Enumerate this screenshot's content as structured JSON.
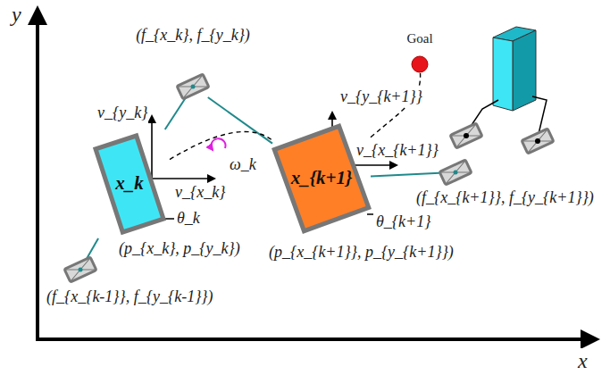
{
  "diagram": {
    "nodes": [
      {
        "text": [
          "(f_{x_k}, f_{y_k})"
        ]
      },
      {
        "text": [
          "x_k"
        ]
      },
      {
        "text": [
          "Goal"
        ]
      },
      {
        "text": [
          "x_{k+1}"
        ]
      },
      {
        "text": [
          "(f_{x_{k+1}}, f_{y_{k+1}})"
        ]
      },
      {
        "text": [
          "(f_{x_{k-1}}, f_{y_{k-1}})"
        ]
      }
    ],
    "edges": [
      {
        "from": 1,
        "to": 0,
        "arrow": "none"
      },
      {
        "from": 0,
        "to": 3,
        "arrow": "none"
      },
      {
        "from": 1,
        "to": 5,
        "arrow": "none"
      },
      {
        "from": 3,
        "to": 4,
        "arrow": "none"
      },
      {
        "from": 1,
        "to": 3,
        "arrow": "none"
      },
      {
        "from": 3,
        "to": 2,
        "arrow": "none"
      }
    ],
    "labels": [
      "y",
      "x",
      "v_{y_k}",
      "v_{x_k}",
      "ω_k",
      "θ_k",
      "(p_{x_k}, p_{y_k})",
      "v_{y_{k+1}}",
      "v_{x_{k+1}}",
      "θ_{k+1}",
      "(p_{x_{k+1}}, p_{y_{k+1}})"
    ]
  }
}
